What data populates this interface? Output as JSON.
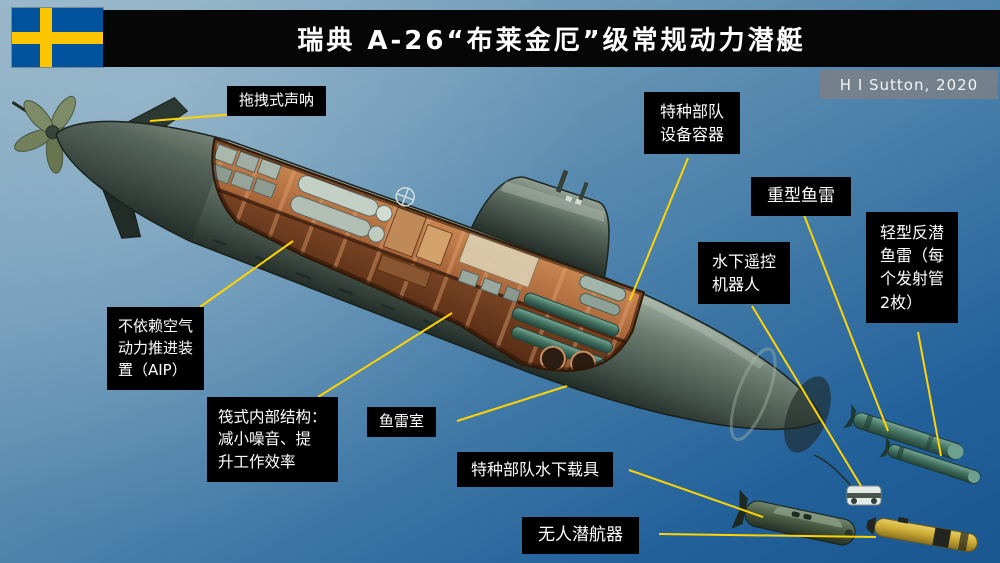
{
  "header": {
    "title": "瑞典 A-26“布莱金厄”级常规动力潜艇",
    "credit": "H I Sutton, 2020"
  },
  "flag": {
    "country": "Sweden",
    "blue": "#00529C",
    "yellow": "#FDC500"
  },
  "colors": {
    "label_background": "#000000",
    "label_text": "#FFFFFF",
    "leader_line": "#FFD400",
    "sea_top": "#8FB0C4",
    "sea_bottom": "#1A568F",
    "hull": "#66776D",
    "interior_copper": "#A05D34",
    "torpedo_teal": "#41705F",
    "uuv_yellow": "#C8A832"
  },
  "callouts": [
    {
      "id": "towed-sonar",
      "text": "拖拽式声呐"
    },
    {
      "id": "sf-equipment-container",
      "text": "特种部队\n设备容器"
    },
    {
      "id": "heavy-torpedo",
      "text": "重型鱼雷"
    },
    {
      "id": "underwater-rov",
      "text": "水下遥控\n机器人"
    },
    {
      "id": "light-asw-torpedo",
      "text": "轻型反潜\n鱼雷（每\n个发射管\n2枚）"
    },
    {
      "id": "aip",
      "text": "不依赖空气\n动力推进装\n置（AIP）"
    },
    {
      "id": "raft-structure",
      "text": "筏式内部结构：\n减小噪音、提\n升工作效率"
    },
    {
      "id": "torpedo-room",
      "text": "鱼雷室"
    },
    {
      "id": "sf-underwater-vehicle",
      "text": "特种部队水下载具"
    },
    {
      "id": "uuv",
      "text": "无人潜航器"
    }
  ]
}
